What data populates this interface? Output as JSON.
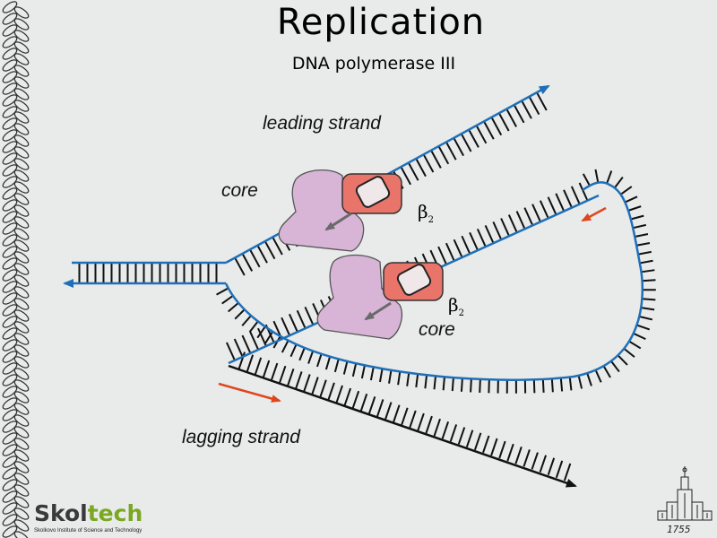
{
  "slide": {
    "title": "Replication",
    "subtitle": "DNA polymerase III"
  },
  "labels": {
    "leading_strand": "leading strand",
    "core_top": "core",
    "core_bottom": "core",
    "lagging_strand": "lagging strand",
    "beta_symbol": "β",
    "beta_subscript": "2"
  },
  "logo": {
    "word_part1": "Skol",
    "word_part2": "tech",
    "tagline": "Skolkovo Institute of Science and Technology"
  },
  "footer_year": "1755",
  "colors": {
    "background": "#e8ebea",
    "strand_blue": "#1f6fb8",
    "strand_black": "#111111",
    "primer_orange": "#e0461c",
    "core_purple": "#d8b4d6",
    "clamp_salmon": "#e8746a",
    "border_pattern": "#333333",
    "logo_green": "#7aa822"
  },
  "icons": [
    "dna-chain-border",
    "msu-building-icon",
    "arrowhead"
  ]
}
